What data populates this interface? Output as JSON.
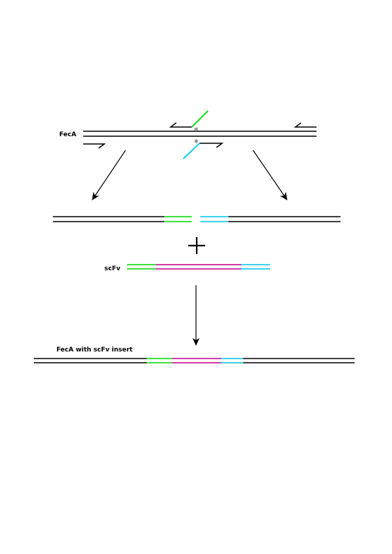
{
  "labels": {
    "fecA": "FecA",
    "scFv": "scFv",
    "fecA_with_insert": "FecA with scFv insert",
    "plus": "+"
  },
  "colors": {
    "dna": "#000000",
    "green_flank": "#22dd22",
    "cyan_flank": "#22ccee",
    "scfv_body": "#cc2299",
    "mismatch_marker": "#888888"
  },
  "icons": {
    "primer": "half-arrow-primer-icon",
    "flow": "arrow-down-icon"
  }
}
